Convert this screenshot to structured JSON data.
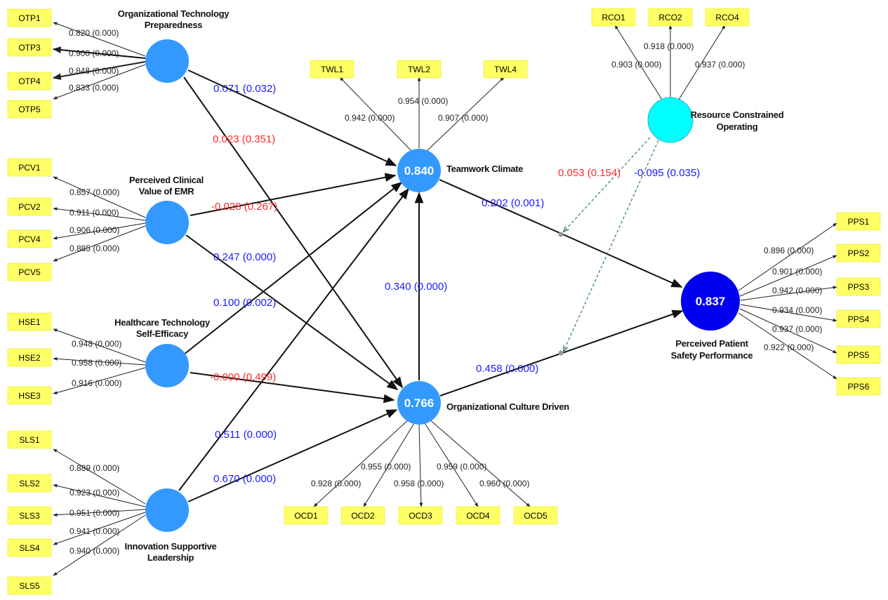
{
  "constructs": {
    "otp": {
      "name_line1": "Organizational Technology",
      "name_line2": "Preparedness"
    },
    "pcv": {
      "name_line1": "Perceived Clinical",
      "name_line2": "Value of EMR"
    },
    "hse": {
      "name_line1": "Healthcare Technology",
      "name_line2": "Self-Efficacy"
    },
    "sls": {
      "name_line1": "Innovation Supportive",
      "name_line2": "Leadership"
    },
    "twl": {
      "name": "Teamwork Climate",
      "r2": "0.840"
    },
    "ocd": {
      "name": "Organizational Culture Driven",
      "r2": "0.766"
    },
    "rco": {
      "name_line1": "Resource Constrained",
      "name_line2": "Operating"
    },
    "pps": {
      "name_line1": "Perceived Patient",
      "name_line2": "Safety Performance",
      "r2": "0.837"
    }
  },
  "indicators": {
    "otp": [
      "OTP1",
      "OTP3",
      "OTP4",
      "OTP5"
    ],
    "pcv": [
      "PCV1",
      "PCV2",
      "PCV4",
      "PCV5"
    ],
    "hse": [
      "HSE1",
      "HSE2",
      "HSE3"
    ],
    "sls": [
      "SLS1",
      "SLS2",
      "SLS3",
      "SLS4",
      "SLS5"
    ],
    "twl": [
      "TWL1",
      "TWL2",
      "TWL4"
    ],
    "rco": [
      "RCO1",
      "RCO2",
      "RCO4"
    ],
    "ocd": [
      "OCD1",
      "OCD2",
      "OCD3",
      "OCD4",
      "OCD5"
    ],
    "pps": [
      "PPS1",
      "PPS2",
      "PPS3",
      "PPS4",
      "PPS5",
      "PPS6"
    ]
  },
  "loadings": {
    "otp": [
      "0.820 (0.000)",
      "0.900 (0.000)",
      "0.848 (0.000)",
      "0.833 (0.000)"
    ],
    "pcv": [
      "0.857 (0.000)",
      "0.911 (0.000)",
      "0.906 (0.000)",
      "0.885 (0.000)"
    ],
    "hse": [
      "0.948 (0.000)",
      "0.958 (0.000)",
      "0.916 (0.000)"
    ],
    "sls": [
      "0.889 (0.000)",
      "0.923 (0.000)",
      "0.951 (0.000)",
      "0.941 (0.000)",
      "0.940 (0.000)"
    ],
    "twl": [
      "0.942 (0.000)",
      "0.954 (0.000)",
      "0.907 (0.000)"
    ],
    "rco": [
      "0.903 (0.000)",
      "0.918 (0.000)",
      "0.937 (0.000)"
    ],
    "ocd": [
      "0.928 (0.000)",
      "0.955 (0.000)",
      "0.958 (0.000)",
      "0.959 (0.000)",
      "0.960 (0.000)"
    ],
    "pps": [
      "0.896 (0.000)",
      "0.901 (0.000)",
      "0.942 (0.000)",
      "0.934 (0.000)",
      "0.937 (0.000)",
      "0.922 (0.000)"
    ]
  },
  "paths": {
    "otp_twl": "0.071 (0.032)",
    "otp_ocd": "0.023 (0.351)",
    "pcv_twl": "-0.028 (0.267)",
    "pcv_ocd": "0.247 (0.000)",
    "hse_twl": "0.100 (0.002)",
    "hse_ocd": "-0.000 (0.499)",
    "sls_twl": "0.511 (0.000)",
    "sls_ocd": "0.670 (0.000)",
    "ocd_twl": "0.340 (0.000)",
    "twl_pps": "0.202 (0.001)",
    "ocd_pps": "0.458 (0.000)",
    "rco_mod_twl": "0.053 (0.154)",
    "rco_mod_ocd": "-0.095 (0.035)"
  },
  "colors": {
    "construct": "#3399ff",
    "moderator": "#00ffff",
    "outcome": "#0000ee",
    "indicator": "#ffff66",
    "significant": "#1a1aff",
    "nonsignificant": "#ff2a2a"
  }
}
